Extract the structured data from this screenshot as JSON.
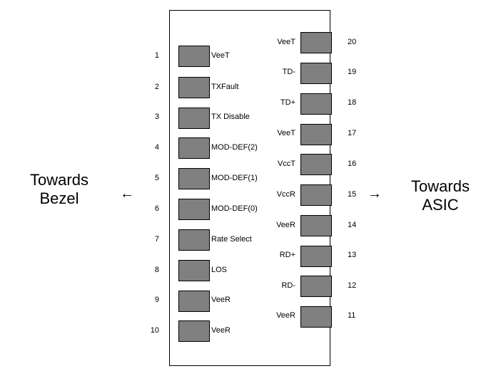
{
  "colors": {
    "pad_fill": "#808080",
    "pad_border": "#000000",
    "line": "#000000",
    "background": "#ffffff"
  },
  "left_side": {
    "direction_line1": "Towards",
    "direction_line2": "Bezel",
    "arrow": "←",
    "pins": [
      {
        "number": "1",
        "signal": "VeeT"
      },
      {
        "number": "2",
        "signal": "TXFault"
      },
      {
        "number": "3",
        "signal": "TX Disable"
      },
      {
        "number": "4",
        "signal": "MOD-DEF(2)"
      },
      {
        "number": "5",
        "signal": "MOD-DEF(1)"
      },
      {
        "number": "6",
        "signal": "MOD-DEF(0)"
      },
      {
        "number": "7",
        "signal": "Rate Select"
      },
      {
        "number": "8",
        "signal": "LOS"
      },
      {
        "number": "9",
        "signal": "VeeR"
      },
      {
        "number": "10",
        "signal": "VeeR"
      }
    ]
  },
  "right_side": {
    "direction_line1": "Towards",
    "direction_line2": "ASIC",
    "arrow": "→",
    "pins": [
      {
        "number": "20",
        "signal": "VeeT"
      },
      {
        "number": "19",
        "signal": "TD-"
      },
      {
        "number": "18",
        "signal": "TD+"
      },
      {
        "number": "17",
        "signal": "VeeT"
      },
      {
        "number": "16",
        "signal": "VccT"
      },
      {
        "number": "15",
        "signal": "VccR"
      },
      {
        "number": "14",
        "signal": "VeeR"
      },
      {
        "number": "13",
        "signal": "RD+"
      },
      {
        "number": "12",
        "signal": "RD-"
      },
      {
        "number": "11",
        "signal": "VeeR"
      }
    ]
  }
}
